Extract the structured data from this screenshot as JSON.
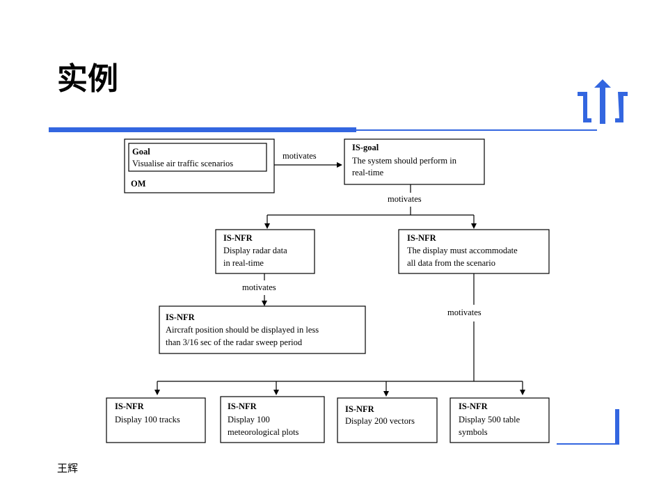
{
  "slide": {
    "title": "实例",
    "footer": "王辉",
    "accent_color": "#3366e0",
    "logo_icon": "upward-arrow-logo-icon"
  },
  "diagram": {
    "om_box": {
      "goal_title": "Goal",
      "goal_text": "Visualise air traffic scenarios",
      "label": "OM"
    },
    "is_goal": {
      "title": "IS-goal",
      "lines": [
        "The system should perform in",
        "real-time"
      ]
    },
    "nfr_radar": {
      "title": "IS-NFR",
      "lines": [
        "Display radar data",
        "in real-time"
      ]
    },
    "nfr_accommodate": {
      "title": "IS-NFR",
      "lines": [
        "The display must accommodate",
        "all data from the scenario"
      ]
    },
    "nfr_aircraft": {
      "title": "IS-NFR",
      "lines": [
        "Aircraft position should be displayed in less",
        "than 3/16 sec of the radar sweep period"
      ]
    },
    "nfr_tracks": {
      "title": "IS-NFR",
      "lines": [
        "Display 100 tracks"
      ]
    },
    "nfr_meteo": {
      "title": "IS-NFR",
      "lines": [
        "Display 100",
        "meteorological plots"
      ]
    },
    "nfr_vectors": {
      "title": "IS-NFR",
      "lines": [
        "Display 200 vectors"
      ]
    },
    "nfr_table": {
      "title": "IS-NFR",
      "lines": [
        "Display 500 table",
        "symbols"
      ]
    },
    "edge_labels": {
      "om_to_goal": "motivates",
      "goal_to_nfrs": "motivates",
      "radar_to_aircraft": "motivates",
      "accommodate_to_displays": "motivates"
    }
  }
}
